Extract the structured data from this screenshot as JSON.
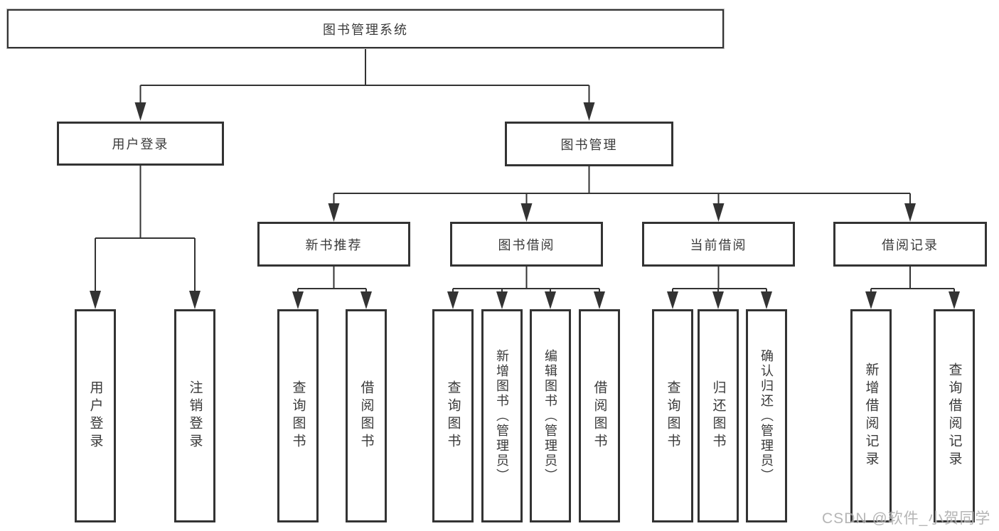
{
  "diagram": {
    "root": {
      "label": "图书管理系统"
    },
    "branches": [
      {
        "label": "用户登录",
        "children": [
          {
            "label": "用户登录"
          },
          {
            "label": "注销登录"
          }
        ]
      },
      {
        "label": "图书管理",
        "children": [
          {
            "label": "新书推荐",
            "children": [
              {
                "label": "查询图书"
              },
              {
                "label": "借阅图书"
              }
            ]
          },
          {
            "label": "图书借阅",
            "children": [
              {
                "label": "查询图书"
              },
              {
                "label": "新增图书（管理员）"
              },
              {
                "label": "编辑图书（管理员）"
              },
              {
                "label": "借阅图书"
              }
            ]
          },
          {
            "label": "当前借阅",
            "children": [
              {
                "label": "查询图书"
              },
              {
                "label": "归还图书"
              },
              {
                "label": "确认归还（管理员）"
              }
            ]
          },
          {
            "label": "借阅记录",
            "children": [
              {
                "label": "新增借阅记录"
              },
              {
                "label": "查询借阅记录"
              }
            ]
          }
        ]
      }
    ]
  },
  "watermark": {
    "text": "CSDN @软件_小贺同学"
  },
  "colors": {
    "line": "#333333",
    "box_border": "#333333",
    "text": "#3a3a3a",
    "watermark": "#a9a9a9",
    "background": "#ffffff"
  }
}
